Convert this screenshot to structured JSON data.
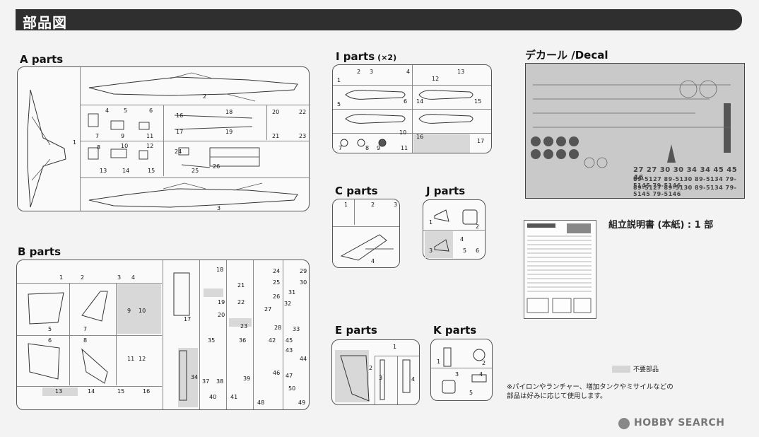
{
  "header": {
    "title": "部品図"
  },
  "sections": {
    "a": {
      "label": "A parts"
    },
    "b": {
      "label": "B parts"
    },
    "i": {
      "label": "I parts",
      "sub": "(×2)"
    },
    "c": {
      "label": "C parts"
    },
    "j": {
      "label": "J parts"
    },
    "e": {
      "label": "E parts"
    },
    "k": {
      "label": "K parts"
    },
    "decal": {
      "label": "デカール /Decal"
    }
  },
  "decal_numbers": {
    "row1": "27 27 30 30 34 34 45 45 46",
    "row2": "89-5127 89-5130 89-5134 79-5145 79-5146",
    "row3": "89-5127 89-5130 89-5134 79-5145 79-5146"
  },
  "manual": {
    "caption": "組立説明書 (本紙) : 1 部"
  },
  "legend": {
    "text": "不要部品"
  },
  "note": {
    "line1": "※パイロンやランチャー、増加タンクやミサイルなどの",
    "line2": "部品は好みに応じて使用します。"
  },
  "watermark": {
    "text": "HOBBY SEARCH"
  },
  "part_numbers": {
    "a": [
      "1",
      "2",
      "3",
      "4",
      "5",
      "6",
      "7",
      "8",
      "9",
      "10",
      "11",
      "12",
      "13",
      "14",
      "15",
      "16",
      "17",
      "18",
      "19",
      "20",
      "21",
      "22",
      "23",
      "24",
      "25",
      "26"
    ],
    "b": [
      "1",
      "2",
      "3",
      "4",
      "5",
      "6",
      "7",
      "8",
      "9",
      "10",
      "11",
      "12",
      "13",
      "14",
      "15",
      "16",
      "17",
      "18",
      "19",
      "20",
      "21",
      "22",
      "23",
      "24",
      "25",
      "26",
      "27",
      "28",
      "29",
      "30",
      "31",
      "32",
      "33",
      "34",
      "35",
      "36",
      "37",
      "38",
      "39",
      "40",
      "41",
      "42",
      "43",
      "44",
      "45",
      "46",
      "47",
      "48",
      "49",
      "50"
    ],
    "i": [
      "1",
      "2",
      "3",
      "4",
      "5",
      "6",
      "7",
      "8",
      "9",
      "10",
      "11",
      "12",
      "13",
      "14",
      "15",
      "16",
      "17"
    ],
    "c": [
      "1",
      "2",
      "3",
      "4"
    ],
    "j": [
      "1",
      "2",
      "3",
      "4",
      "5",
      "6"
    ],
    "e": [
      "1",
      "2",
      "3",
      "4"
    ],
    "k": [
      "1",
      "2",
      "3",
      "4",
      "5"
    ]
  }
}
